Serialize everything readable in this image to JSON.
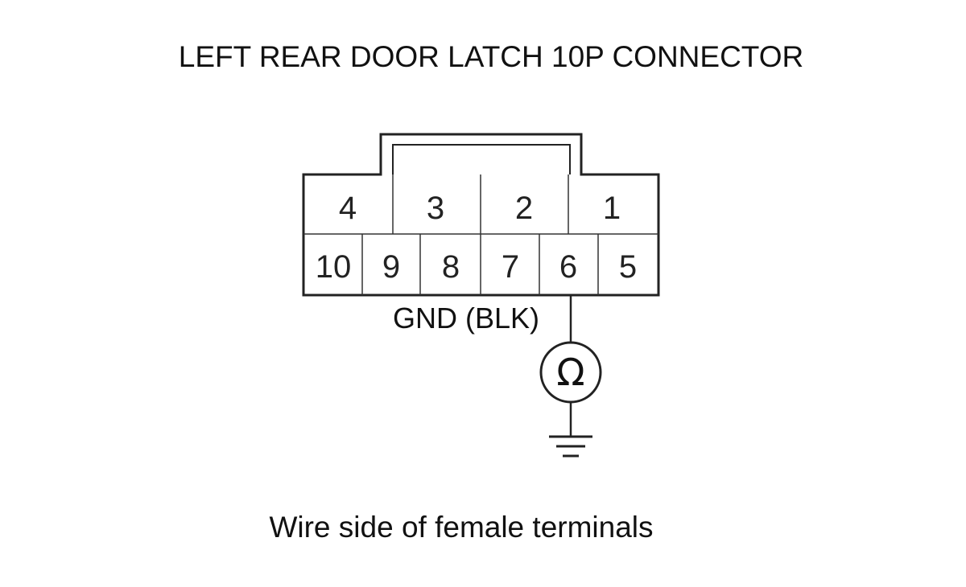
{
  "title": "LEFT REAR DOOR LATCH 10P CONNECTOR",
  "connector": {
    "top_row": [
      "4",
      "3",
      "2",
      "1"
    ],
    "bottom_row": [
      "10",
      "9",
      "8",
      "7",
      "6",
      "5"
    ]
  },
  "probe": {
    "terminal": "6",
    "label": "GND (BLK)",
    "meter_symbol": "Ω",
    "meter_icon": "ohmmeter-icon",
    "ground_icon": "ground-icon"
  },
  "caption": "Wire side of female terminals"
}
